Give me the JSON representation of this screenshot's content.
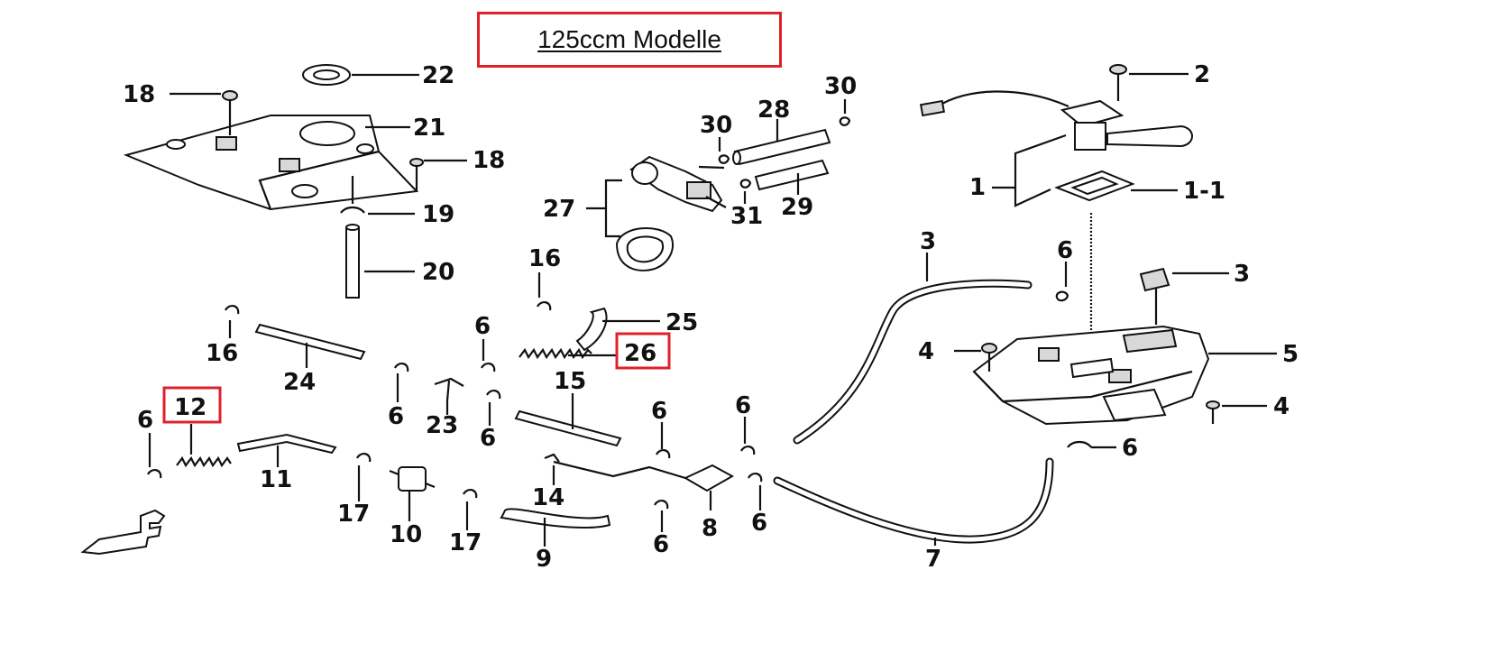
{
  "title": "125ccm Modelle",
  "highlight_color": "#e0202a",
  "labels": {
    "l1": "1",
    "l1_1": "1-1",
    "l2": "2",
    "l3a": "3",
    "l3b": "3",
    "l4a": "4",
    "l4b": "4",
    "l5": "5",
    "l6a": "6",
    "l6b": "6",
    "l6c": "6",
    "l6d": "6",
    "l6e": "6",
    "l6f": "6",
    "l6g": "6",
    "l6h": "6",
    "l6i": "6",
    "l6j": "6",
    "l7": "7",
    "l8": "8",
    "l9": "9",
    "l10": "10",
    "l11": "11",
    "l12": "12",
    "l14": "14",
    "l15": "15",
    "l16a": "16",
    "l16b": "16",
    "l17a": "17",
    "l17b": "17",
    "l18a": "18",
    "l18b": "18",
    "l19": "19",
    "l20": "20",
    "l21": "21",
    "l22": "22",
    "l23": "23",
    "l24": "24",
    "l25": "25",
    "l26": "26",
    "l27": "27",
    "l28": "28",
    "l29": "29",
    "l30a": "30",
    "l30b": "30",
    "l31": "31"
  }
}
